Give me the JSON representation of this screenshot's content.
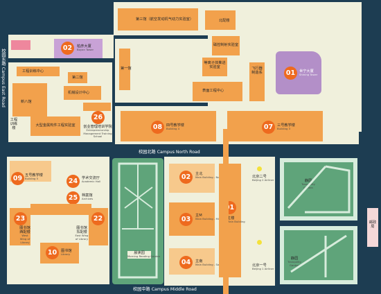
{
  "roads": {
    "east_road": "校园东路  Campus East Road",
    "north_road": "校园北路  Campus North Road",
    "middle_road": "校园中路  Campus Middle Road"
  },
  "markers": {
    "m01a": "01",
    "m02a": "02",
    "m26": "26",
    "m08": "08",
    "m07": "07",
    "m09": "09",
    "m24": "24",
    "m25": "25",
    "m23": "23",
    "m22": "22",
    "m10": "10",
    "m02b": "02",
    "m03": "03",
    "m04": "04",
    "m01b": "01"
  },
  "buildings": {
    "third_building": "第三馆（航空发动机气动力实验室）",
    "north_hall": "北配楼",
    "boyan_tower": "柏彦大厦",
    "boyan_tower_en": "Boyan Tower",
    "magnetic_lab": "磁控制射实验室",
    "ion_lab": "等离子体推进实验室",
    "surface_center": "表面工程中心",
    "aircraft_lab": "飞行器制造系",
    "first_building": "第一馆",
    "shining_tower": "世宁大厦",
    "shining_tower_en": "Shining Tower",
    "training_center": "工程训练中心",
    "second_building": "第二馆",
    "mech_center": "机械设计中心",
    "new8": "新八馆",
    "big_lab": "大型金属构件工程实验室",
    "eng_training_building": "工程训练楼",
    "entrepreneurship": "创业管理培训学院",
    "entrepreneurship_en": "Entrepreneurship Management Training School",
    "building4": "四号教学楼",
    "building4_en": "Building 4",
    "building3": "三号教学楼",
    "building3_en": "Building 3",
    "building5": "五号教学楼",
    "building5_en": "Building 5",
    "academic_hall": "学术交流厅",
    "academic_hall_en": "Academic Hall",
    "archives": "档案馆",
    "archives_en": "Archives",
    "library_west": "图书馆西配楼",
    "library_west_en": "West Wing of Library",
    "library_east": "图书馆东配楼",
    "library_east_en": "East Wing of Library",
    "library": "图书馆",
    "library_en": "Library",
    "main_north": "主北",
    "main_north_en": "Main Building - North",
    "main_middle": "主M",
    "main_middle_en": "Main Building - Middle",
    "main_south": "主南",
    "main_south_en": "Main Building - South",
    "main_building": "主楼",
    "main_building_en": "Main Building",
    "beijing2": "北京二号",
    "beijing2_en": "Beijing 2 Airliner",
    "beijing1": "北京一号",
    "beijing1_en": "Beijing 1 Airliner",
    "morning_garden": "晨读园",
    "morning_garden_en": "Morning Reading Garden",
    "tranquility1": "静园",
    "tranquility1_en": "Tranquility Garden",
    "tranquility2": "静园",
    "tranquility2_en": "Tranquility Garden",
    "post_office": "邮政局"
  }
}
